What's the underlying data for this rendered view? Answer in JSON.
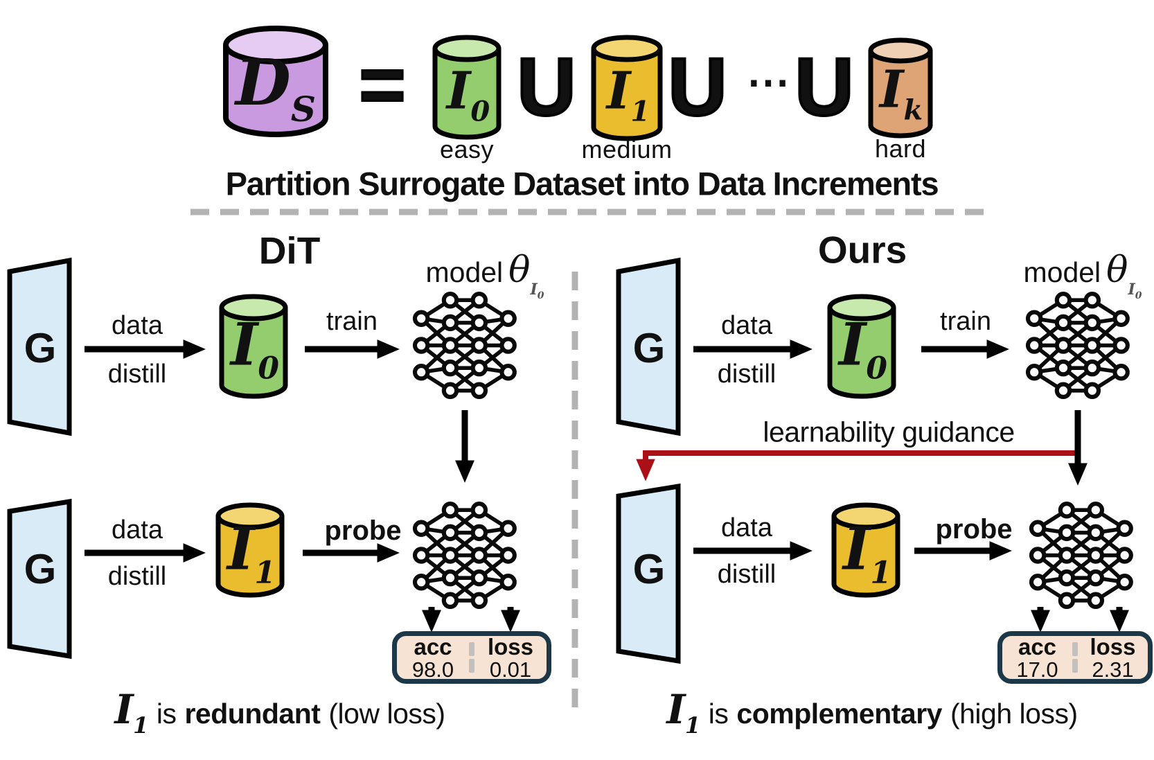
{
  "colors": {
    "dataset_purple": "#c99ae0",
    "dataset_purple_top": "#e6cbf2",
    "increment_green": "#93cd6d",
    "increment_green_top": "#c8e9ad",
    "increment_yellow": "#eabd2e",
    "increment_yellow_top": "#f3d672",
    "increment_tan": "#dfa475",
    "increment_tan_top": "#efd0b4",
    "generator_blue": "#d9ebf7",
    "metrics_bg": "#f6e3d4",
    "metrics_border": "#1c3848",
    "guidance_red": "#ab1016",
    "divider_gray": "#b3b3b3"
  },
  "formula": {
    "dataset": {
      "letter": "D",
      "sub": "S"
    },
    "equals": "=",
    "union": "U",
    "cdots": "⋯",
    "increments": [
      {
        "letter": "I",
        "sub": "0",
        "difficulty": "easy"
      },
      {
        "letter": "I",
        "sub": "1",
        "difficulty": "medium"
      },
      {
        "letter": "I",
        "sub": "k",
        "difficulty": "hard"
      }
    ],
    "caption": "Partition Surrogate Dataset into Data Increments"
  },
  "panels": [
    {
      "title": "DiT",
      "generator_label": "G",
      "row1": {
        "arrow_label_top": "data",
        "arrow_label_bottom": "distill",
        "dataset": {
          "letter": "I",
          "sub": "0"
        },
        "train_label": "train",
        "model_label": "model",
        "theta": "θ",
        "theta_sub": {
          "letter": "I",
          "sub": "0"
        }
      },
      "row2": {
        "arrow_label_top": "data",
        "arrow_label_bottom": "distill",
        "dataset": {
          "letter": "I",
          "sub": "1"
        },
        "probe_label": "probe"
      },
      "metrics": {
        "acc_label": "acc",
        "acc_value": "98.0",
        "loss_label": "loss",
        "loss_value": "0.01"
      },
      "caption": {
        "subject": {
          "letter": "I",
          "sub": "1"
        },
        "text_before": "is",
        "emphasis": "redundant",
        "text_after": "(low loss)"
      }
    },
    {
      "title": "Ours",
      "generator_label": "G",
      "guidance_label": "learnability guidance",
      "row1": {
        "arrow_label_top": "data",
        "arrow_label_bottom": "distill",
        "dataset": {
          "letter": "I",
          "sub": "0"
        },
        "train_label": "train",
        "model_label": "model",
        "theta": "θ",
        "theta_sub": {
          "letter": "I",
          "sub": "0"
        }
      },
      "row2": {
        "arrow_label_top": "data",
        "arrow_label_bottom": "distill",
        "dataset": {
          "letter": "I",
          "sub": "1"
        },
        "probe_label": "probe"
      },
      "metrics": {
        "acc_label": "acc",
        "acc_value": "17.0",
        "loss_label": "loss",
        "loss_value": "2.31"
      },
      "caption": {
        "subject": {
          "letter": "I",
          "sub": "1"
        },
        "text_before": "is",
        "emphasis": "complementary",
        "text_after": "(high loss)"
      }
    }
  ]
}
